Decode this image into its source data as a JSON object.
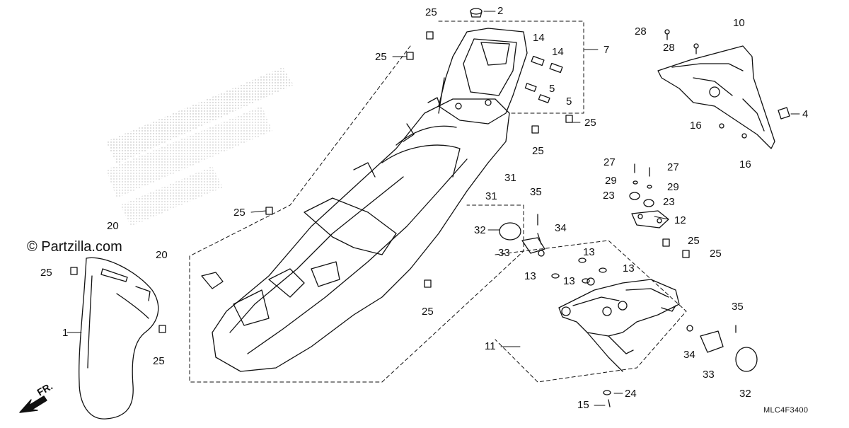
{
  "watermark": "© Partzilla.com",
  "diagram_code": "MLC4F3400",
  "direction_label": "FR.",
  "callouts": {
    "c1": "1",
    "c2": "2",
    "c4": "4",
    "c5a": "5",
    "c5b": "5",
    "c7": "7",
    "c10": "10",
    "c11": "11",
    "c12": "12",
    "c13a": "13",
    "c13b": "13",
    "c13c": "13",
    "c13d": "13",
    "c14a": "14",
    "c14b": "14",
    "c15": "15",
    "c16a": "16",
    "c16b": "16",
    "c20a": "20",
    "c20b": "20",
    "c23a": "23",
    "c23b": "23",
    "c24": "24",
    "c25a": "25",
    "c25b": "25",
    "c25c": "25",
    "c25d": "25",
    "c25e": "25",
    "c25f": "25",
    "c25g": "25",
    "c25h": "25",
    "c25i": "25",
    "c25j": "25",
    "c27a": "27",
    "c27b": "27",
    "c28a": "28",
    "c28b": "28",
    "c29a": "29",
    "c29b": "29",
    "c31a": "31",
    "c31b": "31",
    "c32a": "32",
    "c32b": "32",
    "c33a": "33",
    "c33b": "33",
    "c34a": "34",
    "c34b": "34",
    "c35a": "35",
    "c35b": "35"
  }
}
